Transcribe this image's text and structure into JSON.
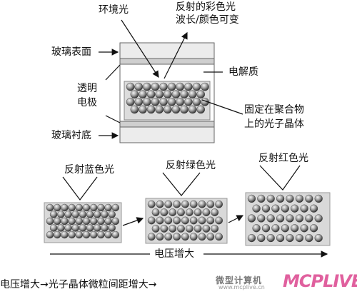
{
  "top_labels": {
    "ambient_light": "环境光",
    "reflected_light_line1": "反射的彩色光",
    "reflected_light_line2": "波长/颜色可变",
    "glass_surface": "玻璃表面",
    "electrolyte": "电解质",
    "electrode_line1": "透明",
    "electrode_line2": "电极",
    "fixed_crystal_line1": "固定在聚合物",
    "fixed_crystal_line2": "上的光子晶体",
    "glass_substrate": "玻璃衬底"
  },
  "stages": [
    {
      "label": "反射蓝色光"
    },
    {
      "label": "反射绿色光"
    },
    {
      "label": "反射红色光"
    }
  ],
  "voltage_axis_label": "电压增大",
  "footer_text": "电压增大→光子晶体微粒间距增大→",
  "watermark": {
    "cn": "微型计算机",
    "en": "www.mcplive.cn",
    "logo": "MCPLIVE"
  },
  "colors": {
    "ink": "#111111",
    "sphere_light": "#f2f2f2",
    "sphere_dark": "#2a2a2a",
    "crystal_bg": "#d9d9d9",
    "layer_gray": "#cfcfcf"
  }
}
